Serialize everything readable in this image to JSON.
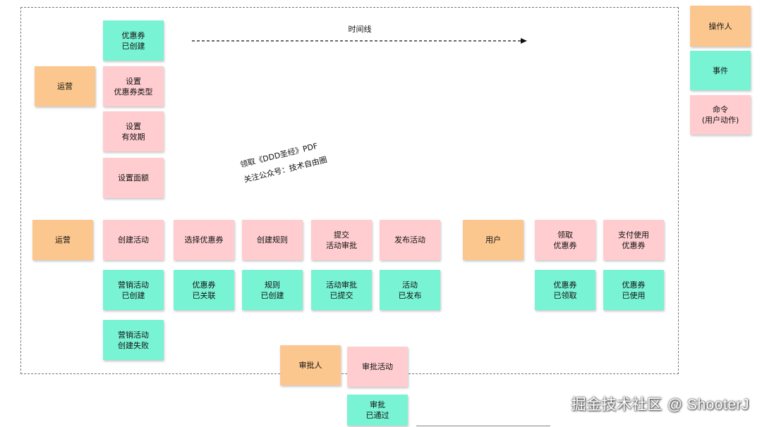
{
  "timeline": {
    "label": "时间线"
  },
  "legend": {
    "actor": "操作人",
    "event": "事件",
    "command_line1": "命令",
    "command_line2": "(用户动作)"
  },
  "coupon_setup": {
    "actor": "运营",
    "event_line1": "优惠券",
    "event_line2": "已创建",
    "cmd_type_line1": "设置",
    "cmd_type_line2": "优惠券类型",
    "cmd_validity_line1": "设置",
    "cmd_validity_line2": "有效期",
    "cmd_amount": "设置面额"
  },
  "watermark": {
    "line1": "领取《DDD圣经》PDF",
    "line2": "关注公众号：技术自由圈"
  },
  "activity_flow": {
    "actor": "运营",
    "cmd_create": "创建活动",
    "cmd_select_coupon": "选择优惠券",
    "cmd_create_rule": "创建规则",
    "cmd_submit_line1": "提交",
    "cmd_submit_line2": "活动审批",
    "cmd_publish": "发布活动",
    "event_created_line1": "营销活动",
    "event_created_line2": "已创建",
    "event_failed_line1": "营销活动",
    "event_failed_line2": "创建失败",
    "event_linked_line1": "优惠券",
    "event_linked_line2": "已关联",
    "event_rule_line1": "规则",
    "event_rule_line2": "已创建",
    "event_submitted_line1": "活动审批",
    "event_submitted_line2": "已提交",
    "event_published_line1": "活动",
    "event_published_line2": "已发布"
  },
  "user_flow": {
    "actor": "用户",
    "cmd_receive_line1": "领取",
    "cmd_receive_line2": "优惠券",
    "cmd_pay_line1": "支付使用",
    "cmd_pay_line2": "优惠券",
    "event_received_line1": "优惠券",
    "event_received_line2": "已领取",
    "event_used_line1": "优惠券",
    "event_used_line2": "已使用"
  },
  "approval_flow": {
    "actor": "审批人",
    "cmd_approve": "审批活动",
    "event_line1": "审批",
    "event_line2": "已通过"
  },
  "site_mark": {
    "cn": "掘金技术社区",
    "en": "@ ShooterJ"
  },
  "colors": {
    "actor": "#fbc78e",
    "event": "#78f3d4",
    "command": "#ffcdd0"
  }
}
